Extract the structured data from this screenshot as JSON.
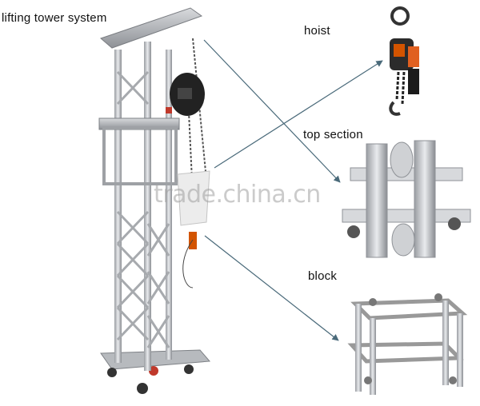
{
  "title": "lifting tower system",
  "labels": {
    "hoist": "hoist",
    "top_section": "top section",
    "block": "block"
  },
  "watermark": "trade.china.cn"
}
